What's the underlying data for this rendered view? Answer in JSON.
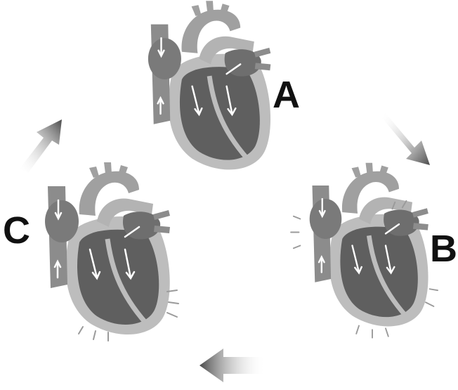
{
  "labels": {
    "a": "A",
    "b": "B",
    "c": "C"
  },
  "colors": {
    "background": "#ffffff",
    "outer_wall": "#bdbdbd",
    "chamber_dark": "#5f5f5f",
    "vessel_mid": "#8c8c8c",
    "vessel_light": "#a9a9a9",
    "arrow": "#555555",
    "flow_arrow": "#ffffff",
    "text": "#111111"
  },
  "icons": {
    "heart": "heart-diagram",
    "cycle_arrow": "gradient-arrow"
  }
}
